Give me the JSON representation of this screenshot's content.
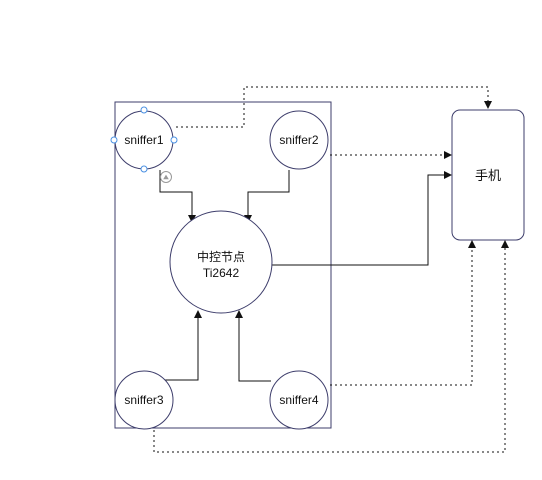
{
  "diagram": {
    "nodes": {
      "sniffer1": {
        "label": "sniffer1"
      },
      "sniffer2": {
        "label": "sniffer2"
      },
      "sniffer3": {
        "label": "sniffer3"
      },
      "sniffer4": {
        "label": "sniffer4"
      },
      "central": {
        "label_line1": "中控节点",
        "label_line2": "Ti2642"
      },
      "phone": {
        "label": "手机"
      }
    },
    "colors": {
      "outline": "#3d3d6b",
      "selection_handle": "#4a90e2",
      "connector": "#111111"
    }
  }
}
